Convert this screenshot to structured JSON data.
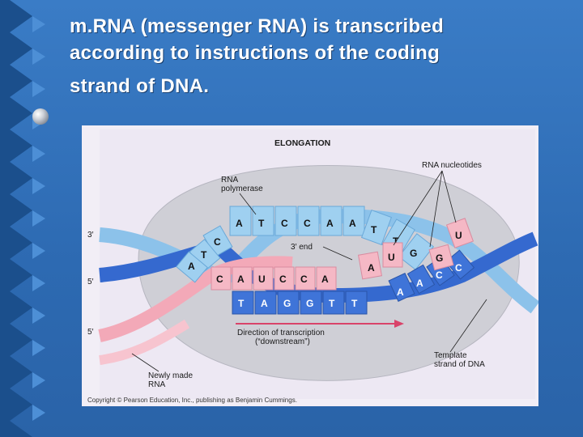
{
  "slide": {
    "title_lines": [
      "m.RNA (messenger RNA) is transcribed",
      "according to instructions of the coding",
      "strand of DNA."
    ]
  },
  "figure": {
    "heading": "ELONGATION",
    "labels": {
      "rna_polymerase": [
        "RNA",
        "polymerase"
      ],
      "rna_nucleotides": "RNA nucleotides",
      "three_prime_top": "3′",
      "five_prime_mid": "5′",
      "five_prime_bottom": "5′",
      "three_prime_end": "3′ end",
      "direction": [
        "Direction of transcription",
        "(“downstream”)"
      ],
      "template": [
        "Template",
        "strand of DNA"
      ],
      "new_rna": [
        "Newly made",
        "RNA"
      ]
    },
    "coding_bases": [
      "A",
      "T",
      "C",
      "C",
      "A",
      "A",
      "T",
      "T",
      "G"
    ],
    "coding_left_bases": [
      "C",
      "T",
      "A"
    ],
    "rna_bases": [
      "C",
      "A",
      "U",
      "C",
      "C",
      "A"
    ],
    "template_bases": [
      "T",
      "A",
      "G",
      "G",
      "T",
      "T"
    ],
    "template_right_bases": [
      "A",
      "A",
      "C",
      "C"
    ],
    "incoming_nucleotides": [
      "U",
      "A",
      "U",
      "G"
    ],
    "copyright": "Copyright © Pearson Education, Inc., publishing as Benjamin Cummings."
  },
  "colors": {
    "background": "#2f6fb8",
    "coding_strand": "#7fb7e6",
    "template_strand": "#2f62c8",
    "rna": "#f3a9b8",
    "polymerase": "#cfcfd4"
  }
}
